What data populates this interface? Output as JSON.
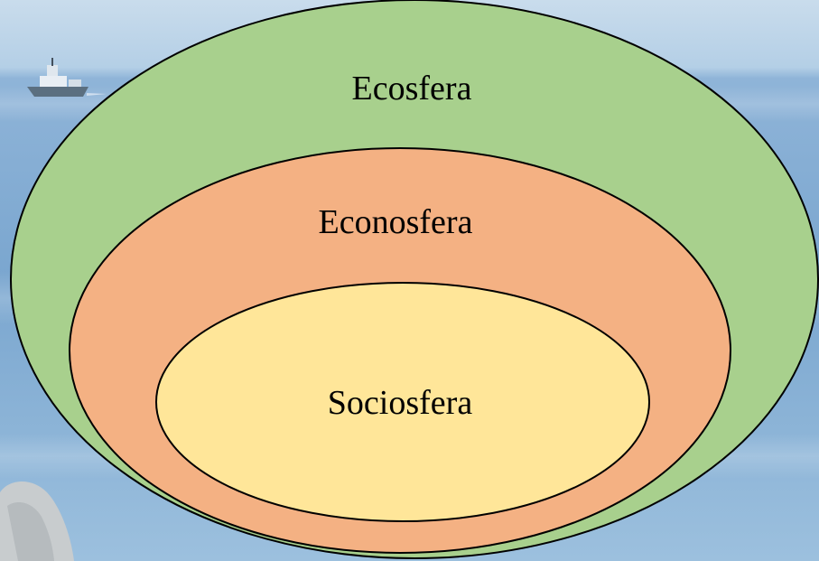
{
  "diagram": {
    "spheres": [
      {
        "id": "ecosfera",
        "label": "Ecosfera",
        "fill": "#a8d08d"
      },
      {
        "id": "econosfera",
        "label": "Econosfera",
        "fill": "#f4b183"
      },
      {
        "id": "sociosfera",
        "label": "Sociosfera",
        "fill": "#ffe699"
      }
    ],
    "outline_color": "#000000"
  }
}
